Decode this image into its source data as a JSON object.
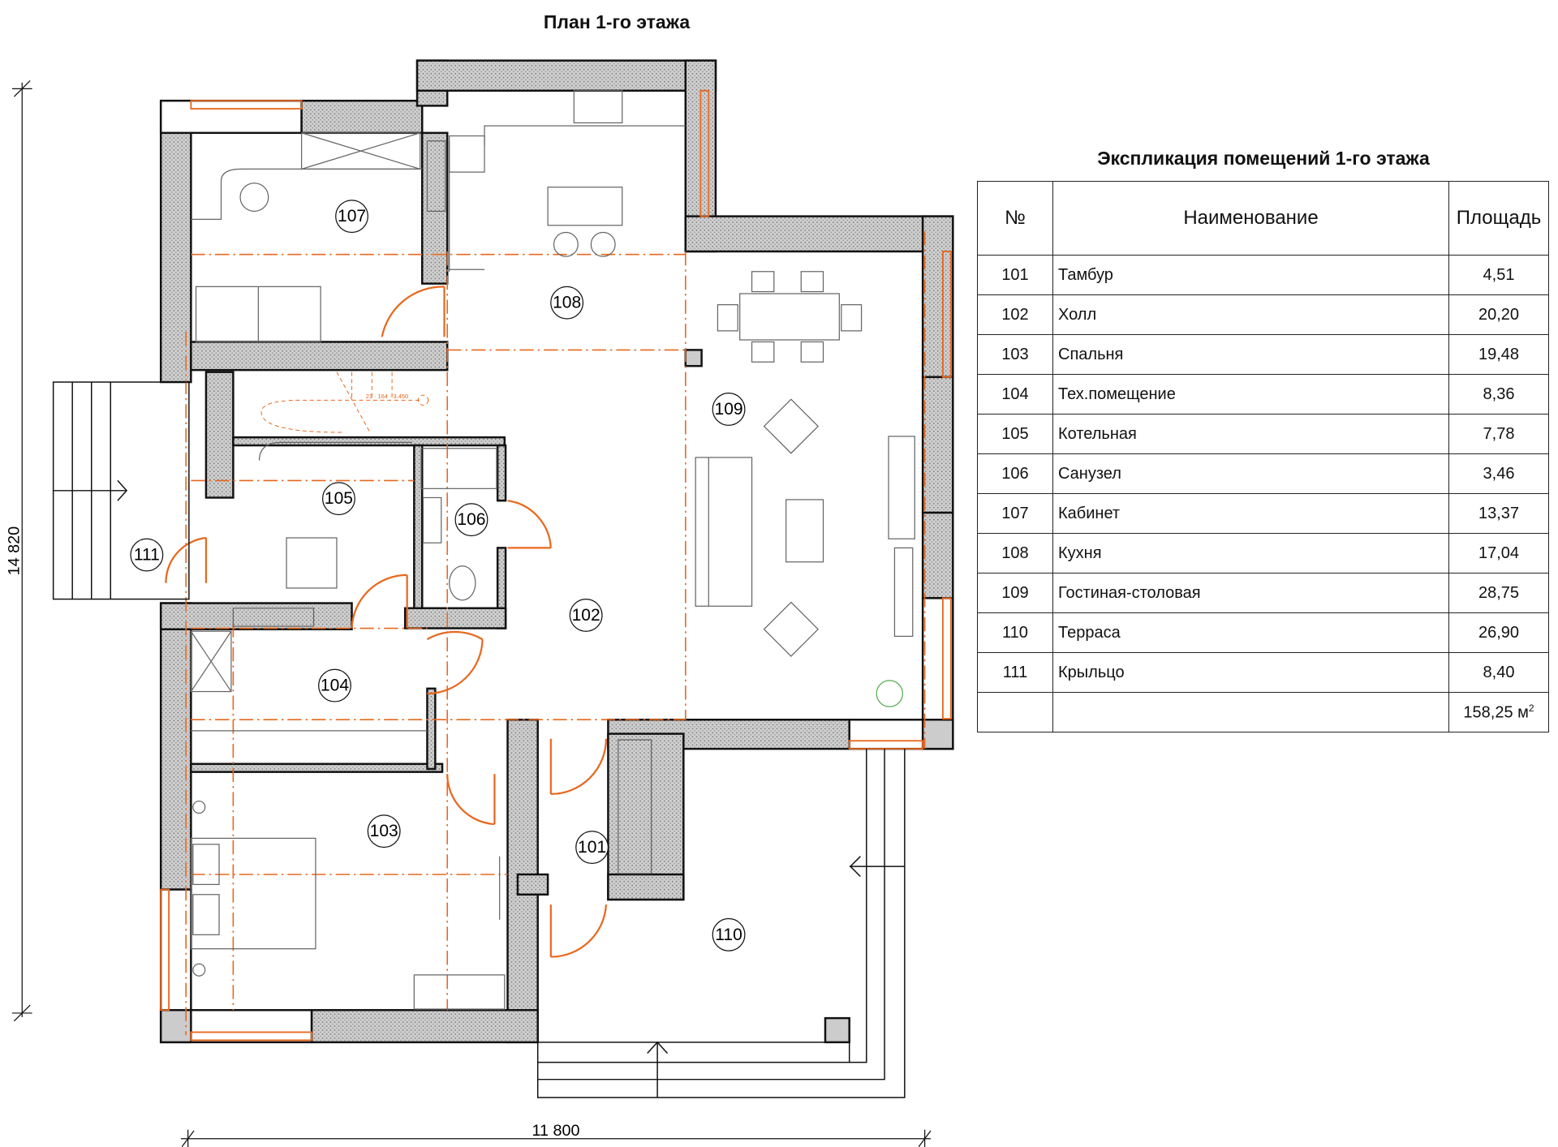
{
  "plan": {
    "title": "План 1-го этажа",
    "dimension_height": "14 820",
    "dimension_width": "11 800",
    "stair_note": "21 · 164 · 3.450",
    "room_tags": [
      "101",
      "102",
      "103",
      "104",
      "105",
      "106",
      "107",
      "108",
      "109",
      "110",
      "111"
    ]
  },
  "explication": {
    "title": "Экспликация помещений 1-го этажа",
    "headers": {
      "num": "№",
      "name": "Наименование",
      "area": "Площадь"
    },
    "rows": [
      {
        "num": "101",
        "name": "Тамбур",
        "area": "4,51"
      },
      {
        "num": "102",
        "name": "Холл",
        "area": "20,20"
      },
      {
        "num": "103",
        "name": "Спальня",
        "area": "19,48"
      },
      {
        "num": "104",
        "name": "Тех.помещение",
        "area": "8,36"
      },
      {
        "num": "105",
        "name": "Котельная",
        "area": "7,78"
      },
      {
        "num": "106",
        "name": "Санузел",
        "area": "3,46"
      },
      {
        "num": "107",
        "name": "Кабинет",
        "area": "13,37"
      },
      {
        "num": "108",
        "name": "Кухня",
        "area": "17,04"
      },
      {
        "num": "109",
        "name": "Гостиная-столовая",
        "area": "28,75"
      },
      {
        "num": "110",
        "name": "Терраса",
        "area": "26,90"
      },
      {
        "num": "111",
        "name": "Крыльцо",
        "area": "8,40"
      }
    ],
    "total": "158,25 м",
    "total_unit_sup": "2"
  },
  "colors": {
    "axis": "#e8681e",
    "wall": "#bdbdbd",
    "line": "#111111"
  }
}
